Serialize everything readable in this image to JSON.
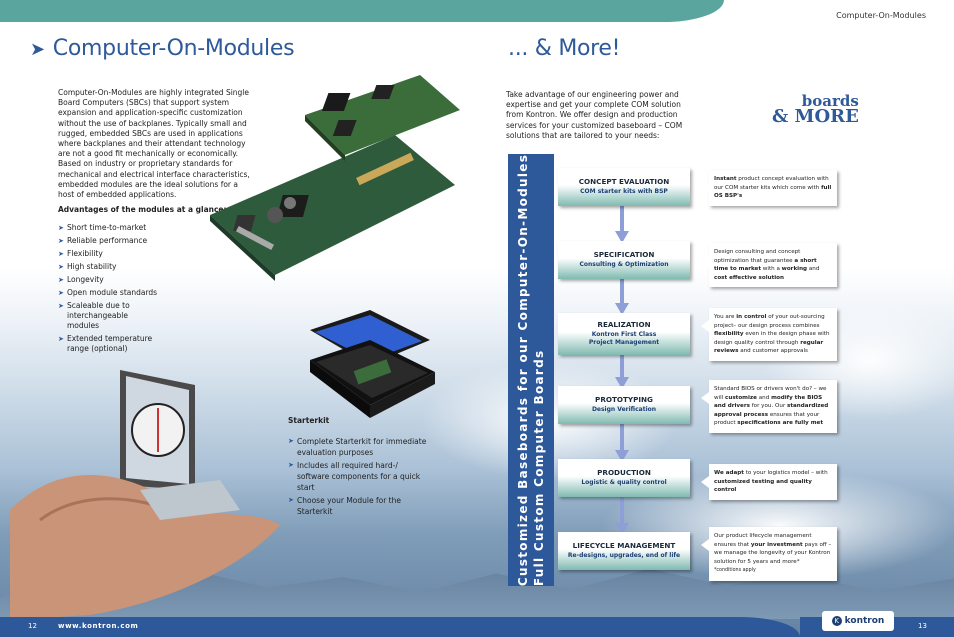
{
  "header": {
    "running_title": "Computer-On-Modules"
  },
  "left": {
    "title_arrow": "➤",
    "title": "Computer-On-Modules",
    "intro": "Computer-On-Modules are highly integrated Single Board Computers (SBCs) that support system expansion and application-specific customization without the use of backplanes. Typically small and rugged, embedded SBCs are used in applications where backplanes and their attendant technology are not a good fit mechanically or economically. Based on industry or proprietary standards for mechanical and electrical interface characteristics, embedded modules are the ideal solutions for a host of embedded applications.",
    "advantages_title": "Advantages of the modules at a glance:",
    "advantages": [
      "Short time-to-market",
      "Reliable performance",
      "Flexibility",
      "High stability",
      "Longevity",
      "Open module standards",
      "Scaleable due to interchangeable modules",
      "Extended temperature range (optional)"
    ],
    "starterkit_title": "Starterkit",
    "starterkit": [
      "Complete Starterkit for immediate evaluation purposes",
      "Includes all required hard-/ software components for a quick start",
      "Choose your Module for the Starterkit"
    ]
  },
  "right": {
    "title": "... & More!",
    "intro": "Take advantage of our engineering power and expertise and get your complete COM solution from Kontron. We offer design and production services for your customized baseboard – COM solutions that are tailored to your needs:",
    "logo_line1": "boards",
    "logo_line2": "& MORE",
    "vertical_line1": "Customized Baseboards for our Computer-On-Modules",
    "vertical_line2": "Full Custom Computer Boards",
    "steps": [
      {
        "title": "CONCEPT EVALUATION",
        "sub": "COM starter kits with BSP"
      },
      {
        "title": "SPECIFICATION",
        "sub": "Consulting & Optimization"
      },
      {
        "title": "REALIZATION",
        "sub": "Kontron First Class Project Management"
      },
      {
        "title": "PROTOTYPING",
        "sub": "Design Verification"
      },
      {
        "title": "PRODUCTION",
        "sub": "Logistic & quality control"
      },
      {
        "title": "LIFECYCLE MANAGEMENT",
        "sub": "Re-designs, upgrades, end of life"
      }
    ],
    "descriptions": {
      "d1": {
        "b1": "Instant",
        "t1": " product concept evaluation with our COM starter kits which come with ",
        "b2": "full OS BSP's"
      },
      "d2": {
        "t1": "Design consulting and concept optimization that guarantee ",
        "b1": "a short time to market",
        "t2": " with a ",
        "b2": "working",
        "t3": " and ",
        "b3": "cost effective solution"
      },
      "d3": {
        "t1": "You are ",
        "b1": "in control",
        "t2": " of your out-sourcing project– our design process combines ",
        "b2": "flexibility",
        "t3": " even in the design phase with design quality control through ",
        "b3": "regular reviews",
        "t4": " and customer approvals"
      },
      "d4": {
        "t1": "Standard BIOS or drivers won't do? – we will ",
        "b1": "customize",
        "t2": " and ",
        "b2": "modify the BIOS and drivers",
        "t3": " for you. Our ",
        "b3": "standardized approval process",
        "t4": " ensures that your product ",
        "b4": "specifications are fully met"
      },
      "d5": {
        "b1": "We adapt",
        "t1": " to your logistics model – with ",
        "b2": "customized testing and quality control"
      },
      "d6": {
        "t1": "Our product lifecycle management ensures that ",
        "b1": "your investment",
        "t2": " pays off – we manage the longevity of your Kontron solution for 5 years and more*",
        "note": "*conditions apply"
      }
    }
  },
  "footer": {
    "page_left": "12",
    "url": "www.kontron.com",
    "page_right": "13",
    "brand": "kontron",
    "brand_mark": "K"
  },
  "colors": {
    "title_blue": "#2f5a9a",
    "bar_blue": "#2d589a",
    "teal": "#5aa59e"
  }
}
